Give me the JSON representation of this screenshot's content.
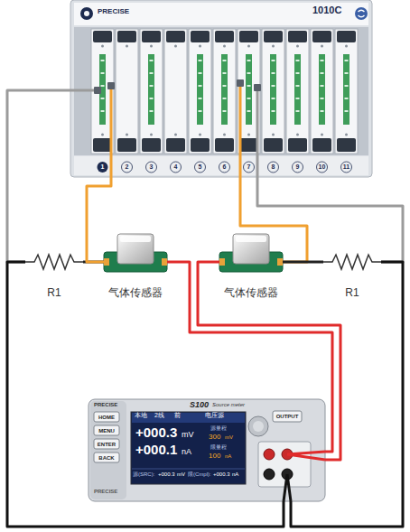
{
  "diagram": {
    "nodes": [
      {
        "text": [
          "PRECISE",
          "1010C"
        ]
      },
      {
        "text": [
          "R1"
        ]
      },
      {
        "text": [
          "气体传感器"
        ]
      },
      {
        "text": [
          "气体传感器"
        ]
      },
      {
        "text": [
          "R1"
        ]
      },
      {
        "text": [
          "PRECISE",
          "S100",
          "Source meter",
          "PRECISE"
        ]
      },
      {
        "text": [
          "本地",
          "2线",
          "前",
          "电压源",
          "+000.3",
          "mV",
          "+000.1",
          "nA",
          "源量程",
          "300",
          "mV",
          "限量程",
          "100",
          "nA",
          "源(SRC):",
          "+000.3",
          "mV",
          "限(Cmpl):",
          "+000.3",
          "nA"
        ],
        "in": 5
      }
    ],
    "edges": [
      {
        "from": 0,
        "to": 1,
        "arrow": "none"
      },
      {
        "from": 1,
        "to": 2,
        "arrow": "none"
      },
      {
        "from": 0,
        "to": 2,
        "arrow": "none"
      },
      {
        "from": 2,
        "to": 5,
        "arrow": "none"
      },
      {
        "from": 3,
        "to": 5,
        "arrow": "none"
      },
      {
        "from": 0,
        "to": 3,
        "arrow": "none"
      },
      {
        "from": 3,
        "to": 4,
        "arrow": "none"
      },
      {
        "from": 0,
        "to": 4,
        "arrow": "none"
      },
      {
        "from": 1,
        "to": 5,
        "arrow": "none"
      },
      {
        "from": 4,
        "to": 5,
        "arrow": "none"
      }
    ],
    "labels": [
      "1",
      "2",
      "3",
      "4",
      "5",
      "6",
      "7",
      "8",
      "9",
      "10",
      "11",
      "HOME",
      "MENU",
      "ENTER",
      "BACK",
      "OUTPUT"
    ]
  }
}
